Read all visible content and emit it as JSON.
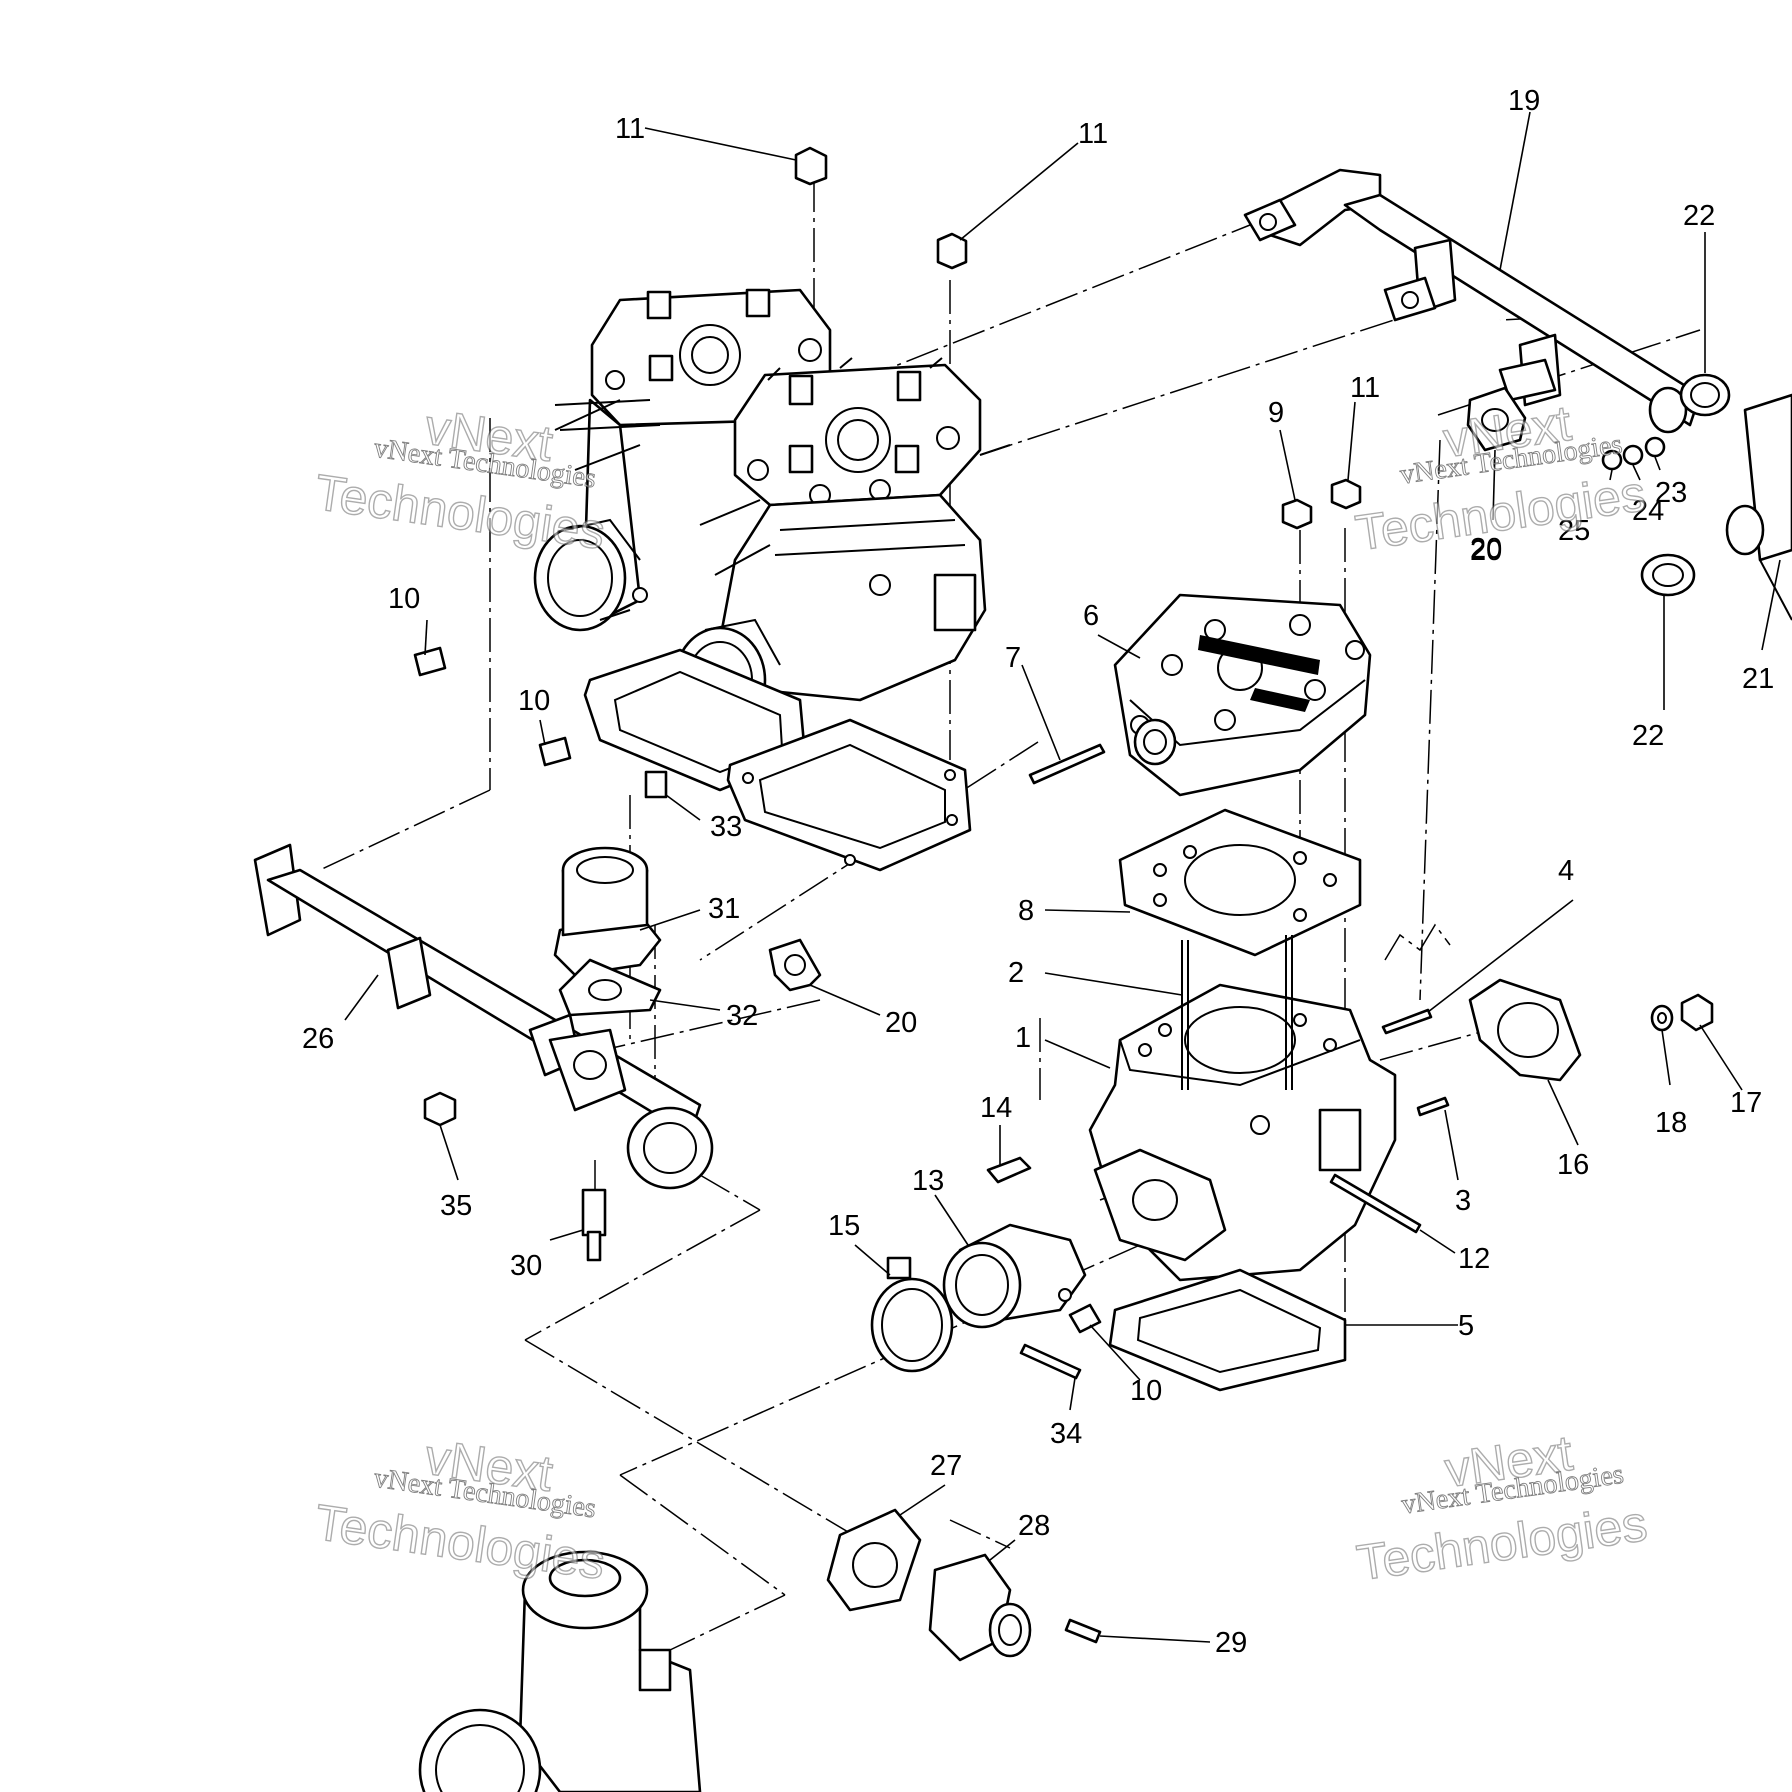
{
  "diagram": {
    "callouts": [
      "11",
      "11",
      "19",
      "22",
      "9",
      "11",
      "20",
      "25",
      "24",
      "23",
      "20",
      "21",
      "22",
      "10",
      "6",
      "10",
      "7",
      "33",
      "31",
      "4",
      "8",
      "2",
      "32",
      "20",
      "26",
      "1",
      "17",
      "18",
      "14",
      "16",
      "3",
      "35",
      "13",
      "15",
      "12",
      "30",
      "5",
      "10",
      "34",
      "27",
      "28",
      "29"
    ]
  },
  "watermark": {
    "line1": "vNext Technologies",
    "line2": "vNext",
    "line3": "Technologies"
  }
}
